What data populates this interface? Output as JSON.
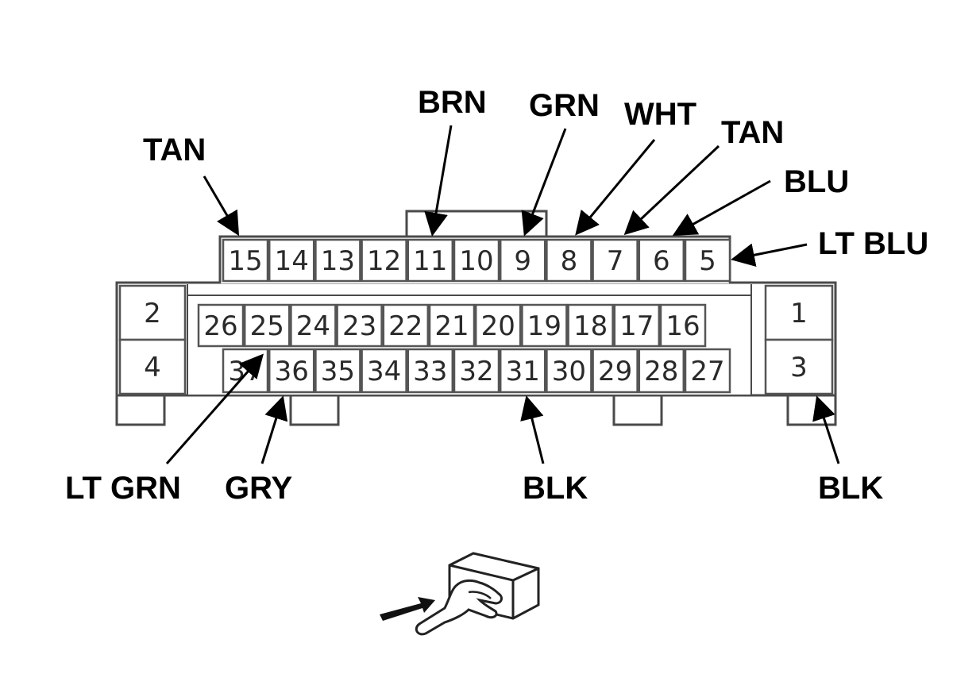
{
  "pins": {
    "top_row": [
      "15",
      "14",
      "13",
      "12",
      "11",
      "10",
      "9",
      "8",
      "7",
      "6",
      "5"
    ],
    "middle_row": [
      "26",
      "25",
      "24",
      "23",
      "22",
      "21",
      "20",
      "19",
      "18",
      "17",
      "16"
    ],
    "bottom_row": [
      "37",
      "36",
      "35",
      "34",
      "33",
      "32",
      "31",
      "30",
      "29",
      "28",
      "27"
    ],
    "left_top": "2",
    "left_bottom": "4",
    "right_top": "1",
    "right_bottom": "3"
  },
  "wire_labels": {
    "pin15": "TAN",
    "pin11": "BRN",
    "pin9": "GRN",
    "pin8": "WHT",
    "pin7": "TAN",
    "pin6": "BLU",
    "pin5": "LT BLU",
    "pin25": "LT GRN",
    "pin36": "GRY",
    "pin31": "BLK",
    "pin3": "BLK"
  },
  "icons": {
    "view_indicator": "hand-pushing-connector-icon"
  },
  "colors": {
    "outline": "#4a4a4a",
    "text": "#000000"
  }
}
